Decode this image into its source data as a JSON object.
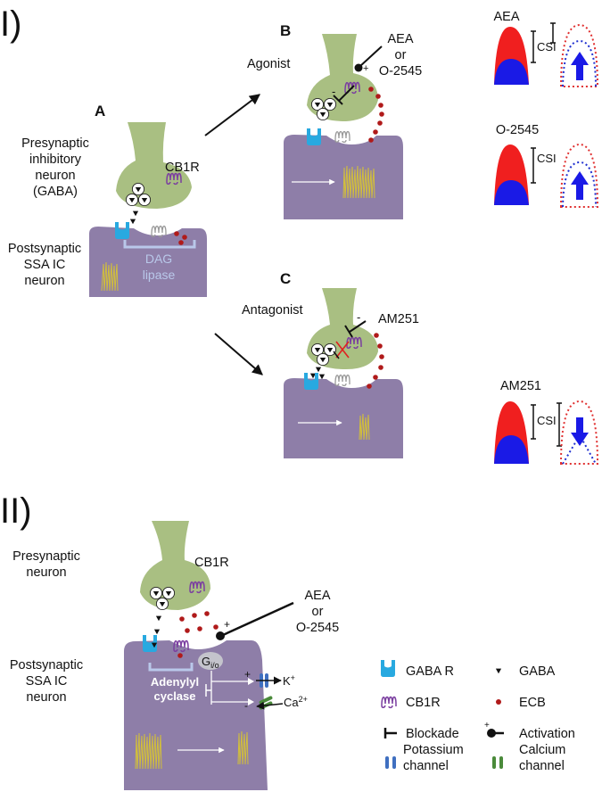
{
  "part1": {
    "section": "I)",
    "A": {
      "letter": "A",
      "pre_label": [
        "Presynaptic",
        "inhibitory",
        "neuron",
        "(GABA)"
      ],
      "post_label": [
        "Postsynaptic",
        "SSA IC",
        "neuron"
      ],
      "receptor": "CB1R",
      "enzyme": [
        "DAG",
        "lipase"
      ]
    },
    "B": {
      "letter": "B",
      "condition": "Agonist",
      "drug": [
        "AEA",
        "or",
        "O-2545"
      ],
      "sign_plus": "+",
      "sign_minus": "-"
    },
    "C": {
      "letter": "C",
      "condition": "Antagonist",
      "drug": "AM251",
      "sign_minus": "-"
    },
    "csi_panels": [
      {
        "title": "AEA",
        "index_label": "CSI",
        "direction": "up"
      },
      {
        "title": "O-2545",
        "index_label": "CSI",
        "direction": "up"
      },
      {
        "title": "AM251",
        "index_label": "CSI",
        "direction": "down"
      }
    ]
  },
  "part2": {
    "section": "II)",
    "pre_label": [
      "Presynaptic",
      "neuron"
    ],
    "post_label": [
      "Postsynaptic",
      "SSA IC",
      "neuron"
    ],
    "receptor": "CB1R",
    "drug": [
      "AEA",
      "or",
      "O-2545"
    ],
    "sign_plus": "+",
    "g_protein": "G",
    "g_sub": "i/o",
    "enzyme": [
      "Adenylyl",
      "cyclase"
    ],
    "k_ion": "K",
    "k_sup": "+",
    "ca_ion": "Ca",
    "ca_sup": "2+",
    "plus": "+",
    "minus": "-"
  },
  "legend": [
    {
      "label": "GABA R",
      "icon": "gaba-receptor-icon"
    },
    {
      "label": "GABA",
      "icon": "gaba-vesicle-icon"
    },
    {
      "label": "CB1R",
      "icon": "cb1r-icon"
    },
    {
      "label": "ECB",
      "icon": "ecb-dot-icon"
    },
    {
      "label": "Blockade",
      "icon": "blockade-icon"
    },
    {
      "label": "Activation",
      "icon": "activation-icon"
    },
    {
      "label": [
        "Potassium",
        "channel"
      ],
      "icon": "potassium-channel-icon"
    },
    {
      "label": [
        "Calcium",
        "channel"
      ],
      "icon": "calcium-channel-icon"
    }
  ],
  "colors": {
    "presynaptic": "#a9bf82",
    "postsynaptic": "#8e7ea8",
    "gaba_receptor": "#28a9e0",
    "cb1r": "#7b3fa0",
    "ecb": "#b01a1a",
    "spikes": "#d2bf3a",
    "enzyme_text": "#b9c8ea",
    "red_fill": "#f01f1f",
    "blue_fill": "#1a1ae6",
    "potassium": "#3f6fc0",
    "calcium": "#4a8a3a"
  }
}
